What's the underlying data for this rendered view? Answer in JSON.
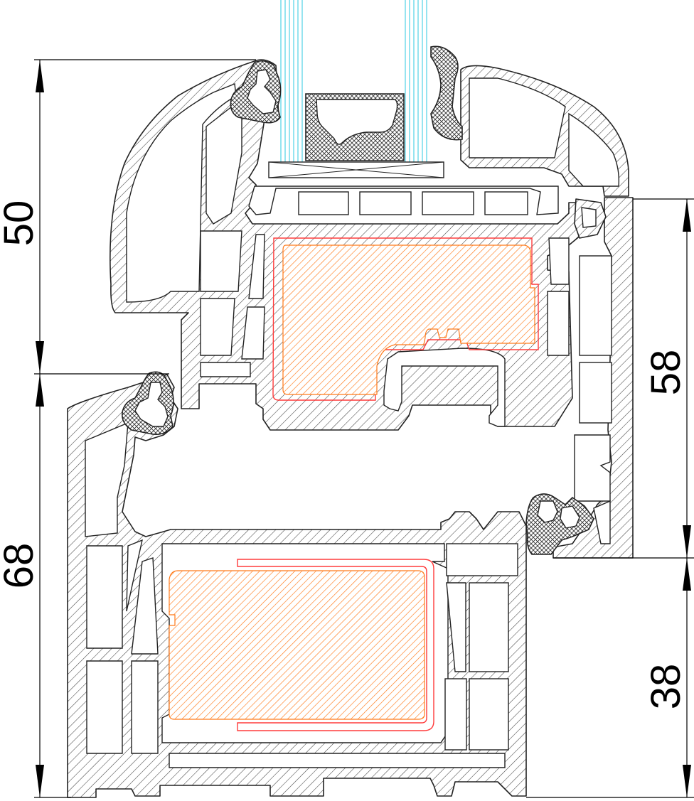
{
  "colors": {
    "profile_stroke": "#222222",
    "reinforcement": "#ff7a1a",
    "liner": "#ff3b3b",
    "glass": "#4fd3e6",
    "dimension": "#000000"
  },
  "dimensions": {
    "sash_height": "50",
    "frame_height": "68",
    "frame_inner_height": "58",
    "frame_lower_height": "38"
  }
}
